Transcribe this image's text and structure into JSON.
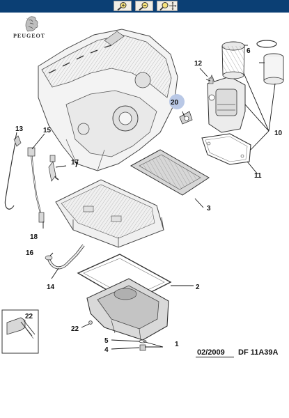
{
  "toolbar": {
    "zoom_in": {
      "icon": "zoom-in-icon"
    },
    "zoom_out": {
      "icon": "zoom-out-icon"
    },
    "pan_zoom": {
      "icon": "pan-zoom-icon"
    }
  },
  "brand": {
    "name": "PEUGEOT",
    "logo": "lion-logo"
  },
  "footer": {
    "date": "02/2009",
    "reference": "DF 11A39A"
  },
  "callouts": [
    {
      "id": "c1",
      "text": "1"
    },
    {
      "id": "c2",
      "text": "2"
    },
    {
      "id": "c3",
      "text": "3"
    },
    {
      "id": "c4",
      "text": "4"
    },
    {
      "id": "c5",
      "text": "5"
    },
    {
      "id": "c6",
      "text": "6"
    },
    {
      "id": "c7",
      "text": "7"
    },
    {
      "id": "c10",
      "text": "10"
    },
    {
      "id": "c11",
      "text": "11"
    },
    {
      "id": "c12",
      "text": "12"
    },
    {
      "id": "c13",
      "text": "13"
    },
    {
      "id": "c14",
      "text": "14"
    },
    {
      "id": "c15",
      "text": "15"
    },
    {
      "id": "c16",
      "text": "16"
    },
    {
      "id": "c17",
      "text": "17"
    },
    {
      "id": "c18",
      "text": "18"
    },
    {
      "id": "c20",
      "text": "20"
    },
    {
      "id": "c22a",
      "text": "22"
    },
    {
      "id": "c22b",
      "text": "22"
    }
  ],
  "colors": {
    "toolbar": "#0b3f74",
    "highlight": "#b9c8e6",
    "line": "#111111"
  }
}
